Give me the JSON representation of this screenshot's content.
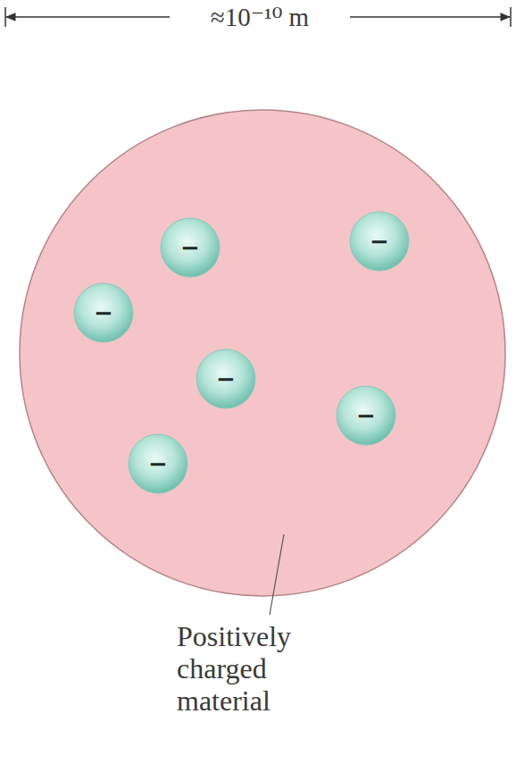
{
  "diagram": {
    "nodes": [
      {
        "text": [
          "−"
        ]
      },
      {
        "text": [
          "−"
        ]
      },
      {
        "text": [
          "−"
        ]
      },
      {
        "text": [
          "−"
        ]
      },
      {
        "text": [
          "−"
        ]
      },
      {
        "text": [
          "−"
        ]
      }
    ],
    "labels": [
      "≈10⁻¹⁰ m",
      "Positively charged material"
    ]
  }
}
